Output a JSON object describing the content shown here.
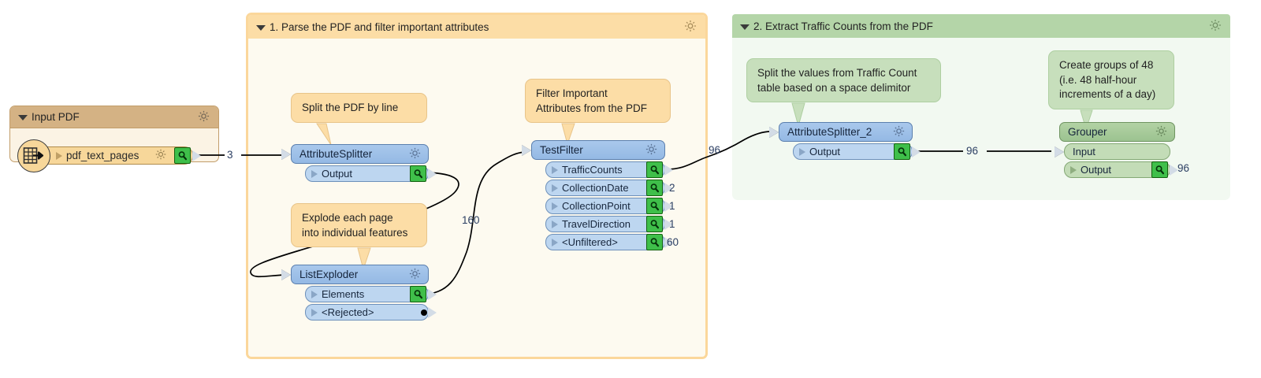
{
  "bookmarks": [
    {
      "id": "input",
      "title": "Input PDF",
      "gear": "gear-icon",
      "caret": "caret-down-icon"
    },
    {
      "id": "parse",
      "title": "1. Parse the PDF and filter important attributes",
      "gear": "gear-icon",
      "caret": "caret-down-icon"
    },
    {
      "id": "extract",
      "title": "2. Extract Traffic Counts from the PDF",
      "gear": "gear-icon",
      "caret": "caret-down-icon"
    }
  ],
  "reader": {
    "icon": "table-reader-icon",
    "feature_type": "pdf_text_pages",
    "gear": "gear-icon",
    "inspect": "magnifier-icon"
  },
  "notes": [
    {
      "id": "note_split_line",
      "text": "Split the PDF by line"
    },
    {
      "id": "note_explode",
      "line1": "Explode each page",
      "line2": "into individual features"
    },
    {
      "id": "note_filter",
      "line1": "Filter Important",
      "line2": "Attributes from the PDF"
    },
    {
      "id": "note_splitvals",
      "line1": "Split the values from Traffic Count",
      "line2": "table based on a space delimitor"
    },
    {
      "id": "note_groups",
      "line1": "Create groups of 48",
      "line2": "(i.e. 48 half-hour",
      "line3": "increments of a day)"
    }
  ],
  "transformers": {
    "attribute_splitter": {
      "name": "AttributeSplitter",
      "gear": "gear-icon",
      "ports": [
        {
          "label": "Output",
          "inspect": "magnifier-icon"
        }
      ]
    },
    "list_exploder": {
      "name": "ListExploder",
      "gear": "gear-icon",
      "ports": [
        {
          "label": "Elements",
          "inspect": "magnifier-icon"
        },
        {
          "label": "<Rejected>",
          "inspect": null
        }
      ]
    },
    "test_filter": {
      "name": "TestFilter",
      "gear": "gear-icon",
      "ports": [
        {
          "label": "TrafficCounts",
          "inspect": "magnifier-icon",
          "count": ""
        },
        {
          "label": "CollectionDate",
          "inspect": "magnifier-icon",
          "count": "2"
        },
        {
          "label": "CollectionPoint",
          "inspect": "magnifier-icon",
          "count": "1"
        },
        {
          "label": "TravelDirection",
          "inspect": "magnifier-icon",
          "count": "1"
        },
        {
          "label": "<Unfiltered>",
          "inspect": "magnifier-icon",
          "count": "60"
        }
      ]
    },
    "attribute_splitter_2": {
      "name": "AttributeSplitter_2",
      "gear": "gear-icon",
      "ports": [
        {
          "label": "Output",
          "inspect": "magnifier-icon"
        }
      ]
    },
    "grouper": {
      "name": "Grouper",
      "gear": "gear-icon",
      "ports": [
        {
          "label": "Input",
          "inspect": null
        },
        {
          "label": "Output",
          "inspect": "magnifier-icon"
        }
      ]
    }
  },
  "connection_counts": {
    "reader_to_splitter": "3",
    "elements_to_testfilter": "160",
    "trafficcounts_to_splitter2": "96",
    "splitter2_to_grouper": "96",
    "grouper_output": "96"
  },
  "colors": {
    "bookmark_orange_header": "#fcdda6",
    "bookmark_orange_body": "#fdfaf0",
    "bookmark_green_header": "#b4d5a8",
    "bookmark_green_body": "#f2f9f1",
    "bookmark_tan_header": "#d4b284",
    "node_blue": "#9dc0e8",
    "node_green": "#a7c99a",
    "port_blue": "#bdd6f0",
    "port_green": "#c3dcb7",
    "magnifier_green": "#3fbf4a",
    "reader_tan": "#f7d79a",
    "link_black": "#000000",
    "count_text": "#2c3f63"
  }
}
